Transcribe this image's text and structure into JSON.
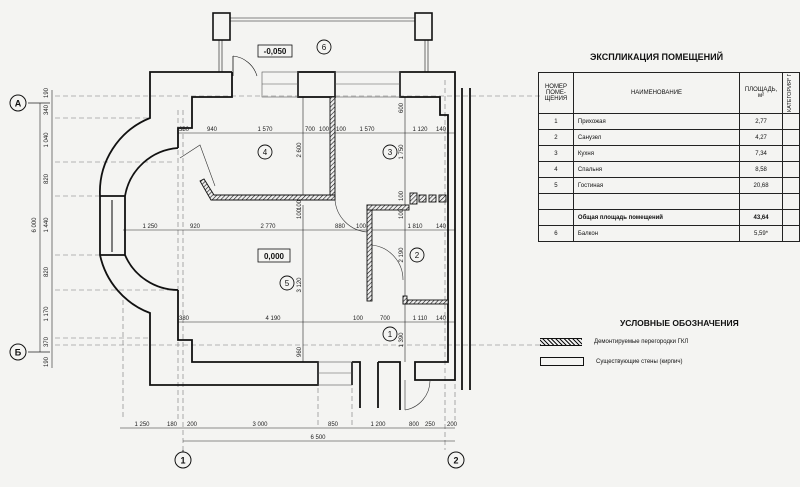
{
  "explication": {
    "title": "ЭКСПЛИКАЦИЯ ПОМЕЩЕНИЙ",
    "headers": {
      "number": "НОМЕР ПОМЕ-ЩЕНИЯ",
      "name": "НАИМЕНОВАНИЕ",
      "area": "ПЛОЩАДЬ, м²",
      "category": "КАТЕГОРИЯ* ПОМЕЩЕНИЯ"
    },
    "rows": [
      {
        "n": "1",
        "name": "Прихожая",
        "area": "2,77"
      },
      {
        "n": "2",
        "name": "Санузел",
        "area": "4,27"
      },
      {
        "n": "3",
        "name": "Кухня",
        "area": "7,34"
      },
      {
        "n": "4",
        "name": "Спальня",
        "area": "8,58"
      },
      {
        "n": "5",
        "name": "Гостиная",
        "area": "20,68"
      }
    ],
    "total": {
      "name": "Общая площадь помещений",
      "area": "43,64"
    },
    "balcony": {
      "n": "6",
      "name": "Балкон",
      "area": "5,59*"
    }
  },
  "legend": {
    "title": "УСЛОВНЫЕ ОБОЗНАЧЕНИЯ",
    "items": [
      "Демонтируемые перегородки ГКЛ",
      "Существующие стены (кирпич)"
    ]
  },
  "plan": {
    "axes": {
      "a": "А",
      "b": "Б",
      "one": "1",
      "two": "2"
    },
    "rooms": [
      "1",
      "2",
      "3",
      "4",
      "5",
      "6"
    ],
    "levels": {
      "balcony": "-0,050",
      "floor": "0,000"
    },
    "dims": {
      "left": [
        "190",
        "340",
        "1 040",
        "820",
        "1 440",
        "820",
        "1 170",
        "370",
        "190",
        "6 000"
      ],
      "bottom": [
        "1 250",
        "180",
        "200",
        "3 000",
        "850",
        "1 200",
        "800",
        "250",
        "200",
        "6 500"
      ],
      "row1": [
        "380",
        "940",
        "1 570",
        "700",
        "100",
        "100",
        "1 570",
        "1 120",
        "140"
      ],
      "row2": [
        "1 250",
        "920",
        "2 770",
        "880",
        "100",
        "1 810",
        "140"
      ],
      "row3": [
        "380",
        "4 190",
        "100",
        "700",
        "1 110",
        "140"
      ],
      "vertical": [
        "2 600",
        "1 750",
        "3 120",
        "2 190",
        "1 390",
        "960",
        "600",
        "100",
        "100",
        "100",
        "100"
      ]
    }
  }
}
